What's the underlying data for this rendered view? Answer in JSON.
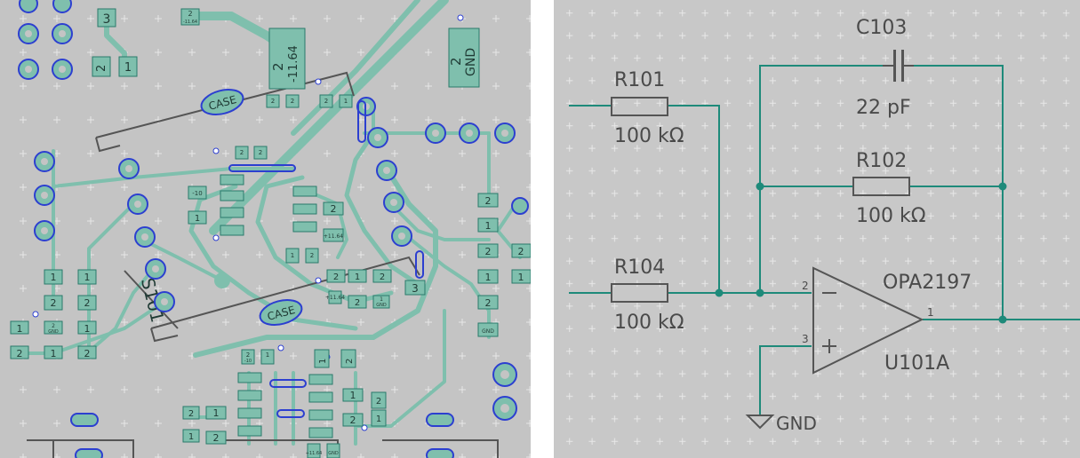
{
  "pcb": {
    "board_id": "S101",
    "case_label": "CASE",
    "pad_labels": {
      "one": "1",
      "two": "2",
      "three": "3",
      "gnd": "GND"
    },
    "net_labels": {
      "neg": "-11.64",
      "neg_small": "-11.64",
      "ten": "-10",
      "plus": "+11.64"
    },
    "big_pads": [
      {
        "num": "2",
        "net": "-11.64"
      },
      {
        "num": "2",
        "net": "GND"
      }
    ]
  },
  "schematic": {
    "components": {
      "r101": {
        "ref": "R101",
        "value": "100 kΩ"
      },
      "r102": {
        "ref": "R102",
        "value": "100 kΩ"
      },
      "r104": {
        "ref": "R104",
        "value": "100 kΩ"
      },
      "c103": {
        "ref": "C103",
        "value": "22 pF"
      },
      "u101a": {
        "ref": "U101A",
        "part": "OPA2197",
        "pin_inv": "2",
        "pin_noninv": "3",
        "pin_out": "1"
      }
    },
    "gnd_label": "GND"
  },
  "colors": {
    "pcb_bg": "#c4c4c4",
    "trace": "#7fbfad",
    "pad": "#7fbfad",
    "via_ring": "#2c3fd0",
    "silkscreen": "#555555",
    "sch_bg": "#c8c8c8",
    "wire": "#1e8a7a",
    "symbol": "#555555"
  }
}
